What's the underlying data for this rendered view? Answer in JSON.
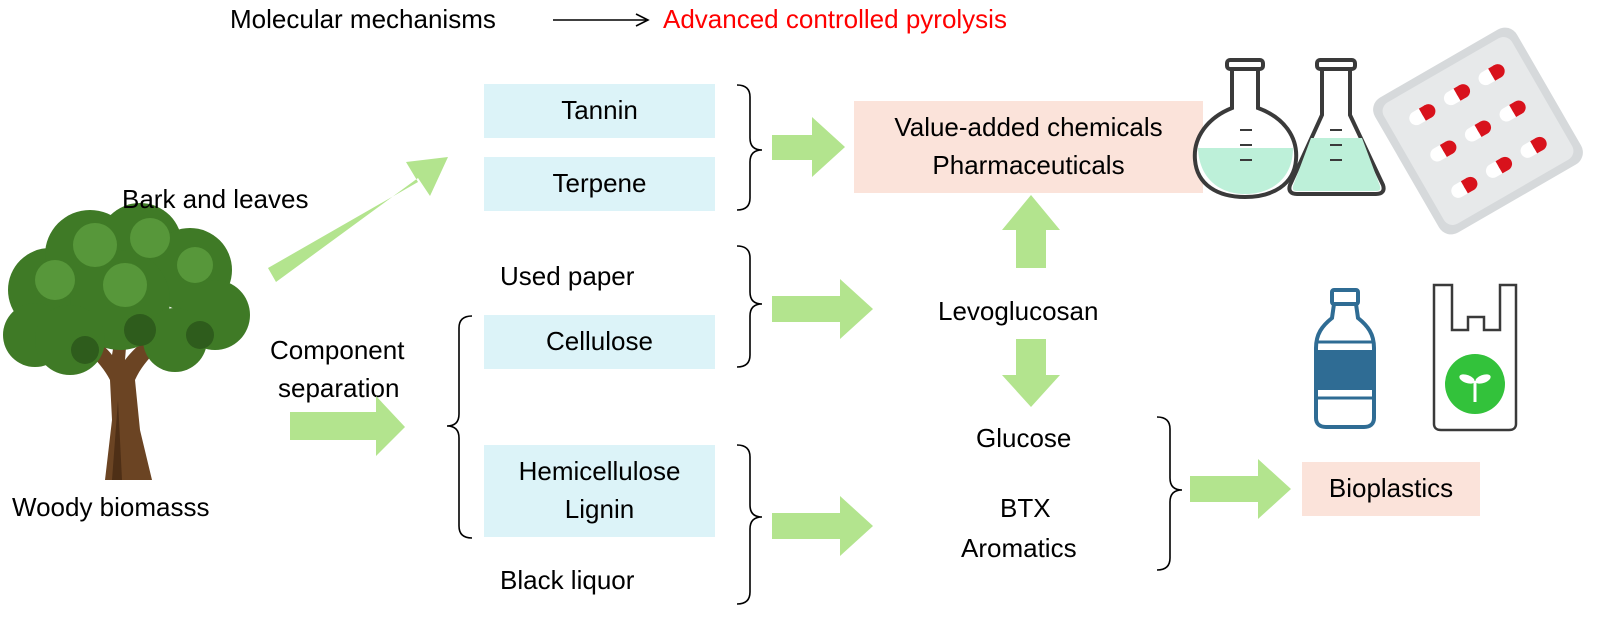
{
  "header": {
    "left": "Molecular mechanisms",
    "right": "Advanced controlled pyrolysis",
    "right_color": "#ff0000"
  },
  "source": {
    "caption": "Woody biomasss",
    "bark_label": "Bark and leaves",
    "separation_line1": "Component",
    "separation_line2": "separation"
  },
  "components": {
    "tannin": "Tannin",
    "terpene": "Terpene",
    "used_paper": "Used paper",
    "cellulose": "Cellulose",
    "hemicellulose": "Hemicellulose",
    "lignin": "Lignin",
    "black_liquor": "Black liquor"
  },
  "intermediates": {
    "levoglucosan": "Levoglucosan",
    "glucose": "Glucose",
    "btx": "BTX",
    "aromatics": "Aromatics"
  },
  "products": {
    "chemicals_line1": "Value-added chemicals",
    "chemicals_line2": "Pharmaceuticals",
    "bioplastics": "Bioplastics"
  },
  "colors": {
    "arrow": "#b3e48e",
    "component_box": "#dcf3f8",
    "product_box": "#fbe3da",
    "tree_foliage": "#3f7a26",
    "tree_trunk": "#6b4423",
    "bottle_label": "#2f6c94",
    "bag_logo": "#33c23b",
    "pill_red": "#d8121c"
  },
  "icons": [
    "tree-icon",
    "round-flask-icon",
    "erlenmeyer-flask-icon",
    "pill-blister-pack-icon",
    "plastic-bottle-icon",
    "plastic-bag-icon"
  ]
}
